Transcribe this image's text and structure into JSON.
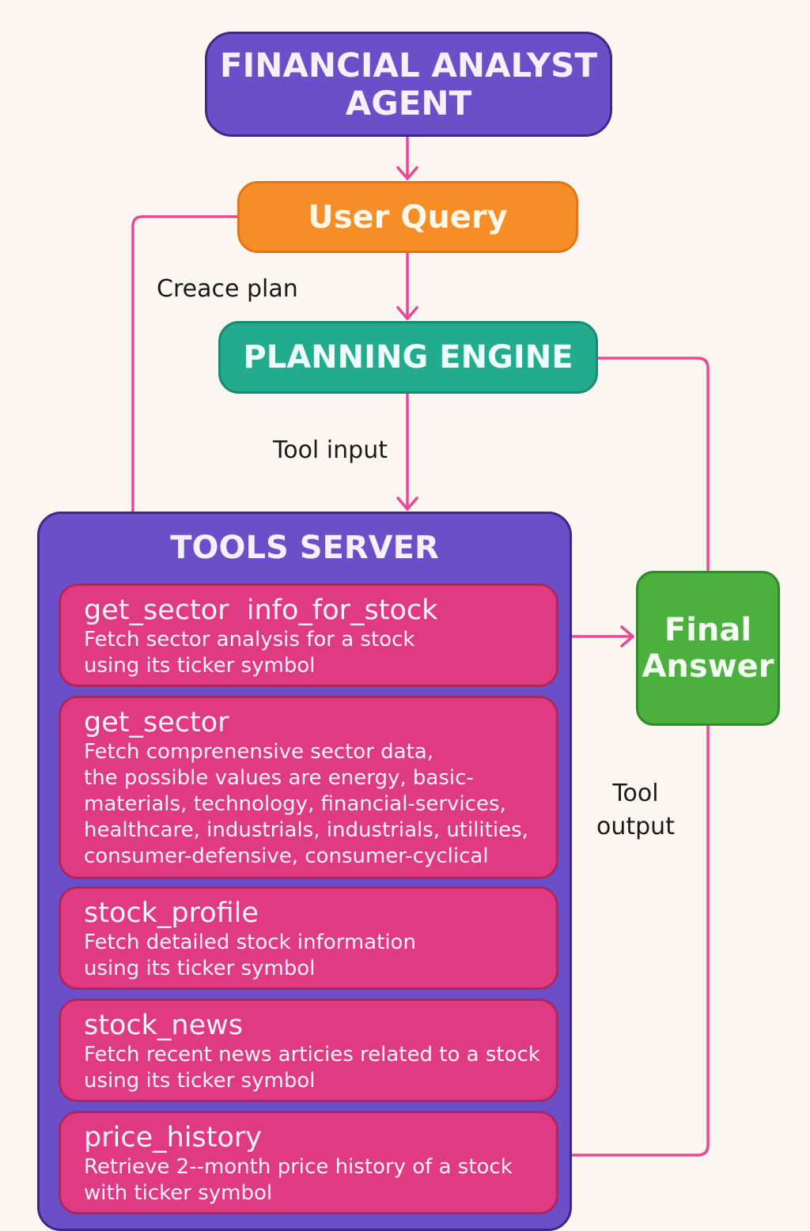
{
  "colors": {
    "background": "#fbf6f0",
    "connector": "#ec4694",
    "agent": "#6a4fc9",
    "user_query": "#f78d27",
    "planning_engine": "#22ab8c",
    "tools_server": "#6a4fc9",
    "tool_card": "#e03a82",
    "final_answer": "#4bb03d"
  },
  "nodes": {
    "agent": "FINANCIAL ANALYST\nAGENT",
    "user_query": "User Query",
    "planning_engine": "PLANNING ENGINE",
    "final_answer": "Final\nAnswer"
  },
  "edge_labels": {
    "create_plan": "Creace plan",
    "tool_input": "Tool input",
    "tool_output": "Tool\noutput"
  },
  "tools_server": {
    "title": "TOOLS SERVER",
    "tools": [
      {
        "name": "get_sector  info_for_stock",
        "description": "Fetch sector analysis for a stock\nusing its ticker symbol"
      },
      {
        "name": "get_sector",
        "description": "Fetch comprenensive sector data,\nthe possible values are energy, basic-\nmaterials, technology, financial-services,\nhealthcare, industrials, industrials, utilities,\nconsumer-defensive, consumer-cyclical"
      },
      {
        "name": "stock_profile",
        "description": "Fetch detailed stock information\nusing its ticker symbol"
      },
      {
        "name": "stock_news",
        "description": "Fetch recent news articies related to a stock\nusing its ticker symbol"
      },
      {
        "name": "price_history",
        "description": "Retrieve 2--month price history of a stock\nwith ticker symbol"
      }
    ]
  }
}
